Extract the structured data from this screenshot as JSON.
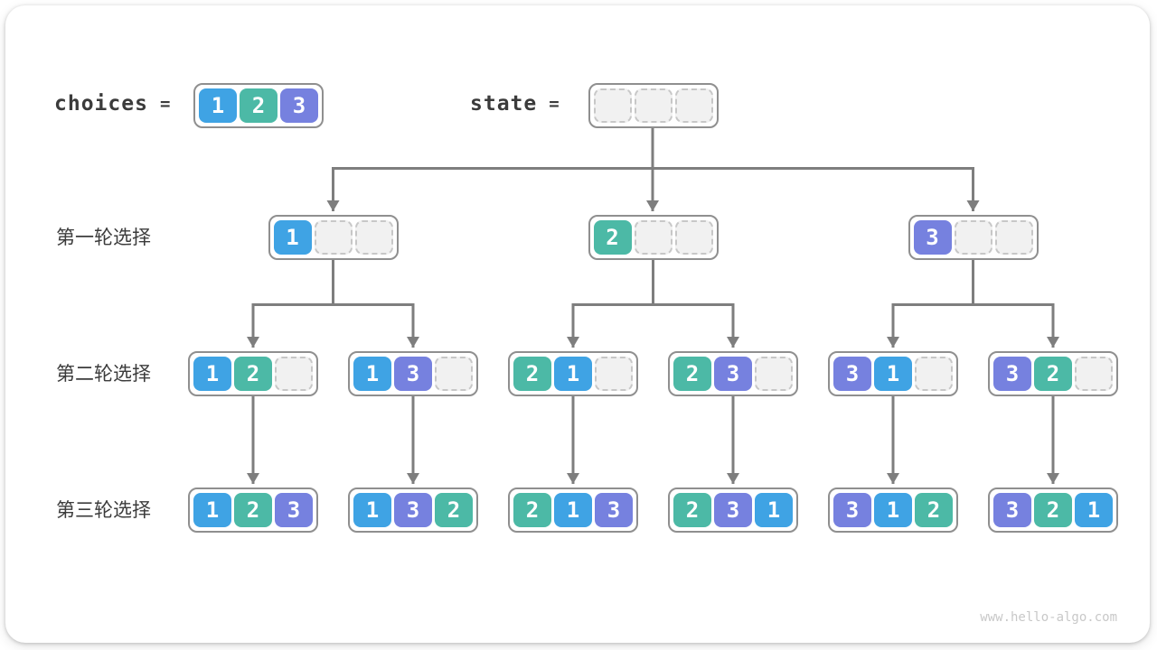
{
  "header": {
    "choices_label": "choices",
    "choices_equals": "=",
    "choices_values": [
      1,
      2,
      3
    ],
    "state_label": "state",
    "state_equals": "=",
    "state_values": [
      null,
      null,
      null
    ]
  },
  "rounds": [
    {
      "label": "第一轮选择",
      "nodes": [
        [
          1,
          null,
          null
        ],
        [
          2,
          null,
          null
        ],
        [
          3,
          null,
          null
        ]
      ]
    },
    {
      "label": "第二轮选择",
      "nodes": [
        [
          1,
          2,
          null
        ],
        [
          1,
          3,
          null
        ],
        [
          2,
          1,
          null
        ],
        [
          2,
          3,
          null
        ],
        [
          3,
          1,
          null
        ],
        [
          3,
          2,
          null
        ]
      ]
    },
    {
      "label": "第三轮选择",
      "nodes": [
        [
          1,
          2,
          3
        ],
        [
          1,
          3,
          2
        ],
        [
          2,
          1,
          3
        ],
        [
          2,
          3,
          1
        ],
        [
          3,
          1,
          2
        ],
        [
          3,
          2,
          1
        ]
      ]
    }
  ],
  "colors": {
    "value_1": "#3FA3E4",
    "value_2": "#4CB9A6",
    "value_3": "#7681DF",
    "empty_fill": "#F1F1F1",
    "empty_border": "#C7C7C7",
    "box_border": "#8F8F8F",
    "connector": "#7E7E7E",
    "label_text": "#3B3B3B",
    "watermark_text": "#C8C8C8"
  },
  "footer": {
    "watermark": "www.hello-algo.com"
  }
}
